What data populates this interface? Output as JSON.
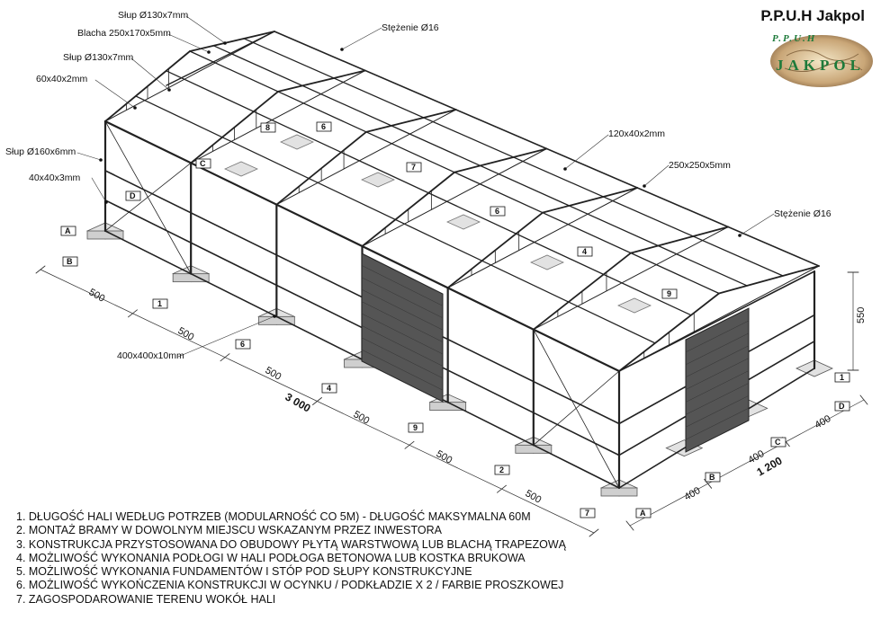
{
  "company": "P.P.U.H Jakpol",
  "logo": {
    "top_text": "P.P.U.H",
    "bottom_text": "JAKPOL"
  },
  "labels": {
    "slup_130_top": "Słup Ø130x7mm",
    "blacha": "Blacha 250x170x5mm",
    "slup_130_mid": "Słup Ø130x7mm",
    "profil_60": "60x40x2mm",
    "slup_160": "Słup Ø160x6mm",
    "profil_40": "40x40x3mm",
    "stezenie_top": "Stężenie Ø16",
    "profil_120": "120x40x2mm",
    "profil_250": "250x250x5mm",
    "stezenie_right": "Stężenie Ø16",
    "stopa": "400x400x10mm"
  },
  "dimensions": {
    "segments": [
      "500",
      "500",
      "500",
      "500",
      "500",
      "500"
    ],
    "total_length": "3 000",
    "width_segments": [
      "400",
      "400",
      "400"
    ],
    "total_width": "1 200",
    "height": "550"
  },
  "axis_tags": {
    "long_side": [
      "A",
      "B",
      "1",
      "6",
      "4",
      "9",
      "2",
      "7"
    ],
    "far_side": [
      "C",
      "D",
      "6",
      "8",
      "7",
      "6",
      "4",
      "9"
    ],
    "end": [
      "1",
      "D",
      "C",
      "B",
      "A"
    ]
  },
  "notes": [
    "1. DŁUGOŚĆ HALI WEDŁUG POTRZEB  (MODULARNOŚĆ CO 5M) - DŁUGOŚĆ MAKSYMALNA 60M",
    "2. MONTAŻ BRAMY W DOWOLNYM MIEJSCU WSKAZANYM PRZEZ INWESTORA",
    "3. KONSTRUKCJA PRZYSTOSOWANA DO OBUDOWY PŁYTĄ WARSTWOWĄ LUB BLACHĄ TRAPEZOWĄ",
    "4. MOŻLIWOŚĆ WYKONANIA PODŁOGI W HALI PODŁOGA BETONOWA LUB KOSTKA BRUKOWA",
    "5. MOŻLIWOŚĆ WYKONANIA FUNDAMENTÓW I STÓP POD SŁUPY KONSTRUKCYJNE",
    "6. MOŻLIWOŚĆ WYKOŃCZENIA KONSTRUKCJI W OCYNKU / PODKŁADZIE X 2 / FARBIE PROSZKOWEJ",
    "7. ZAGOSPODAROWANIE TERENU WOKÓŁ HALI"
  ],
  "colors": {
    "steel": "#222222",
    "door": "#555555",
    "footing": "#e2e2e2"
  }
}
